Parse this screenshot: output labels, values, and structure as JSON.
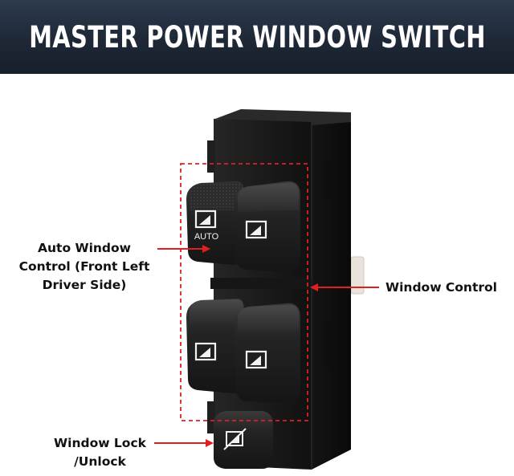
{
  "banner": {
    "title": "MASTER POWER WINDOW SWITCH"
  },
  "callouts": {
    "auto_window_control": [
      "Auto Window",
      "Control (Front Left",
      "Driver Side)"
    ],
    "window_control": "Window Control",
    "window_lock": [
      "Window Lock",
      "/Unlock"
    ]
  },
  "switch_labels": {
    "auto": "AUTO"
  },
  "colors": {
    "banner_dark": "#1e2836",
    "callout_red": "#e02020",
    "switch_body": "#1a1a1a",
    "label_text": "#111111"
  },
  "icons": {
    "window_up_down": "window-arrow-icon",
    "lock": "window-lock-icon"
  }
}
